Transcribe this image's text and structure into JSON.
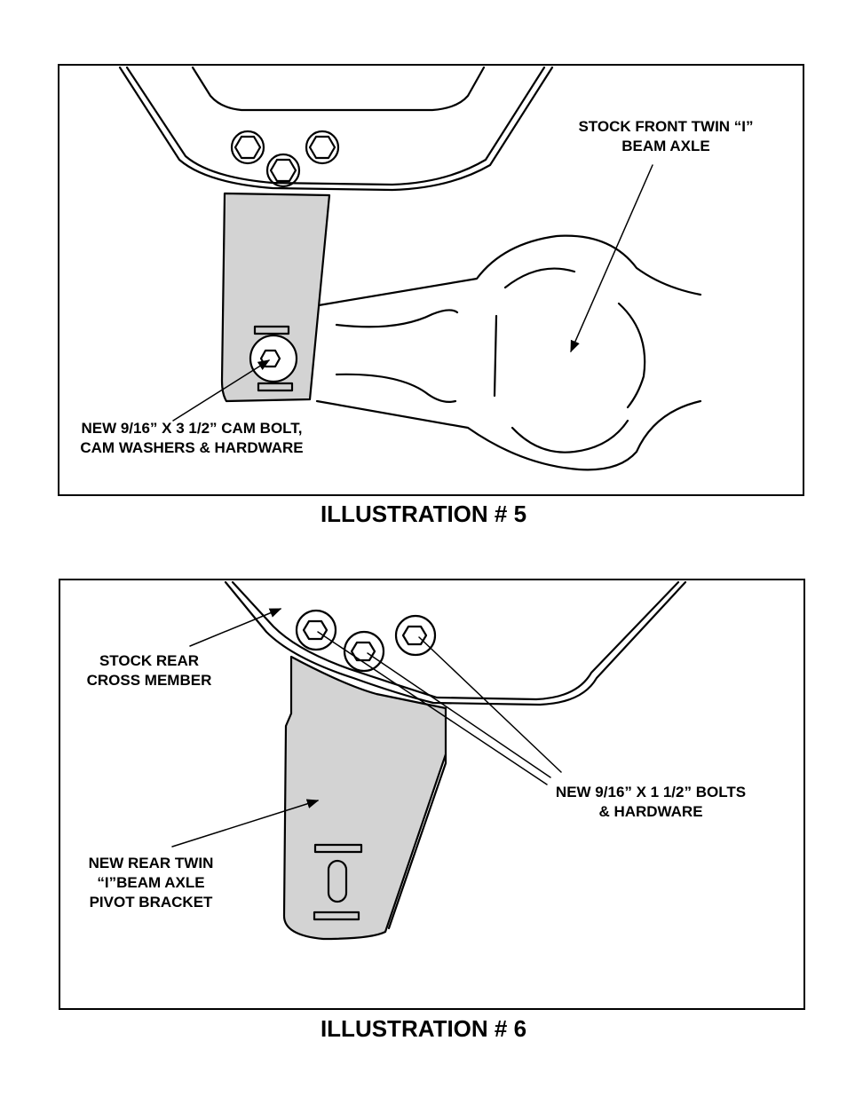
{
  "illustration5": {
    "caption": "ILLUSTRATION # 5",
    "label_axle": "STOCK FRONT TWIN “I”\nBEAM AXLE",
    "label_cam_bolt": "NEW 9/16” X 3 1/2” CAM BOLT,\nCAM WASHERS & HARDWARE"
  },
  "illustration6": {
    "caption": "ILLUSTRATION # 6",
    "label_cross_member": "STOCK REAR\nCROSS MEMBER",
    "label_bolts": "NEW 9/16” X 1 1/2” BOLTS\n& HARDWARE",
    "label_bracket": "NEW REAR TWIN\n“I”BEAM AXLE\nPIVOT BRACKET"
  },
  "colors": {
    "bracket_fill": "#d3d3d3",
    "line": "#000000"
  }
}
